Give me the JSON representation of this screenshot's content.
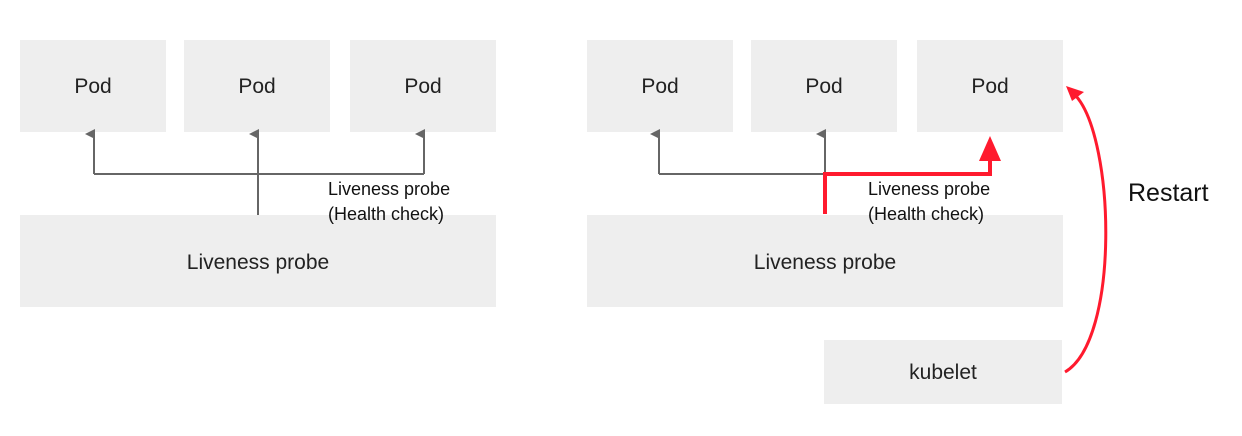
{
  "left_diagram": {
    "pods": [
      "Pod",
      "Pod",
      "Pod"
    ],
    "probe_box": "Liveness probe",
    "note_line1": "Liveness probe",
    "note_line2": "(Health check)"
  },
  "right_diagram": {
    "pods": [
      "Pod",
      "Pod",
      "Pod"
    ],
    "probe_box": "Liveness probe",
    "note_line1": "Liveness probe",
    "note_line2": "(Health check)",
    "kubelet": "kubelet",
    "restart": "Restart"
  },
  "colors": {
    "box": "#eeeeee",
    "arrow": "#666666",
    "highlight": "#ff1a2e"
  }
}
